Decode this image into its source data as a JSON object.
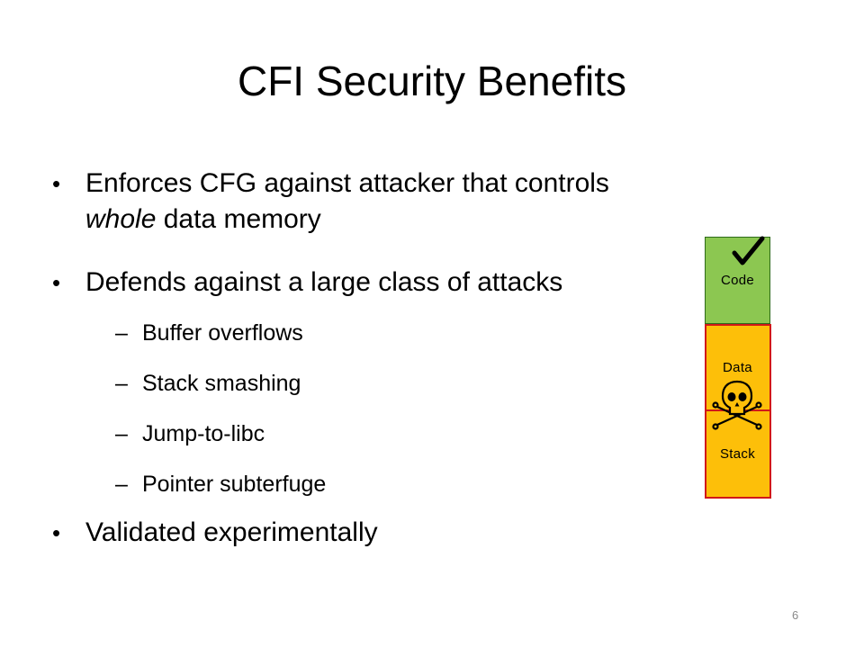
{
  "slide": {
    "title": "CFI Security Benefits",
    "page_number": "6"
  },
  "bullets": [
    {
      "line1_pre": "Enforces CFG against attacker that controls",
      "line2_em": "whole",
      "line2_rest": " data memory"
    },
    {
      "text": "Defends against a large class of attacks"
    },
    {
      "text": "Validated experimentally"
    }
  ],
  "sub_bullets": [
    "Buffer overflows",
    "Stack smashing",
    "Jump-to-libc",
    "Pointer subterfuge"
  ],
  "bullet_glyph": "•",
  "dash_glyph": "–",
  "memory_diagram": {
    "code_label": "Code",
    "data_label": "Data",
    "stack_label": "Stack",
    "code_icon": "check-mark-icon",
    "data_icon": "skull-crossbones-icon",
    "colors": {
      "code_fill": "#8cc751",
      "data_fill": "#fdbf09",
      "border_red": "#d11818"
    }
  }
}
